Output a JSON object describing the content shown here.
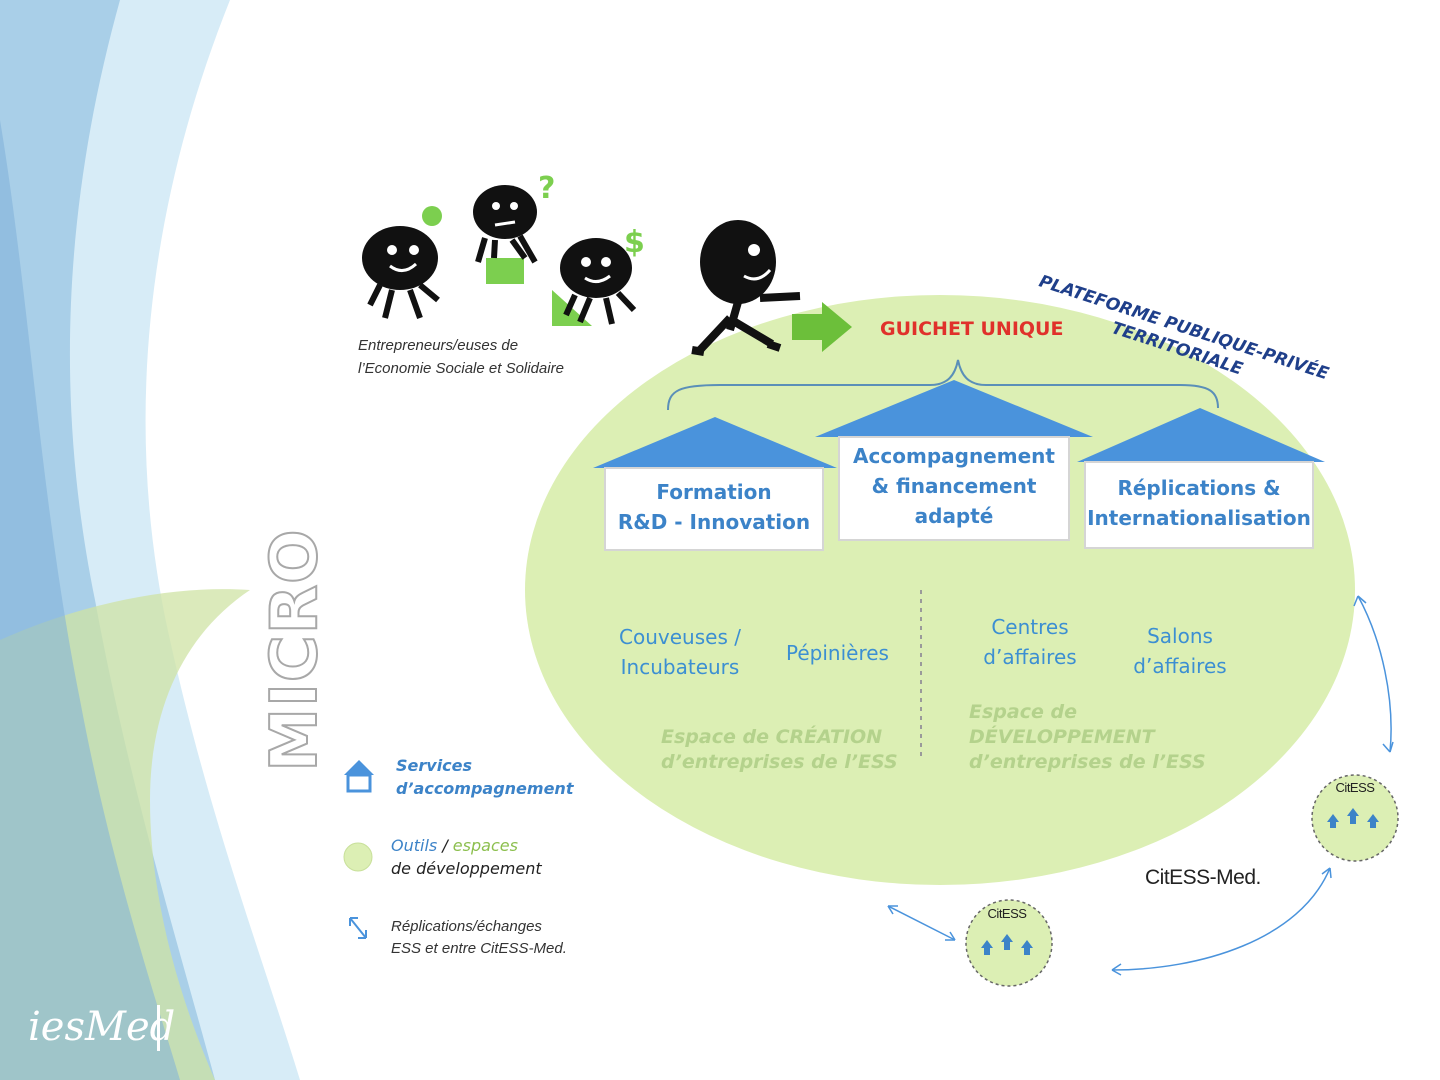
{
  "entrepreneurs_label": {
    "line1": "Entrepreneurs/euses de",
    "line2": "l’Economie Sociale et Solidaire"
  },
  "guichet_unique": "GUICHET UNIQUE",
  "plateforme": {
    "line1": "PLATEFORME PUBLIQUE-PRIVÉE",
    "line2": "TERRITORIALE"
  },
  "houses": [
    {
      "line1": "Formation",
      "line2": "R&D - Innovation"
    },
    {
      "line1": "Accompagnement",
      "line2": "& financement",
      "line3": "adapté"
    },
    {
      "line1": "Réplications &",
      "line2": "Internationalisation"
    }
  ],
  "tools": {
    "couveuses": {
      "line1": "Couveuses /",
      "line2": "Incubateurs"
    },
    "pepinieres": "Pépinières",
    "centres": {
      "line1": "Centres",
      "line2": "d’affaires"
    },
    "salons": {
      "line1": "Salons",
      "line2": "d’affaires"
    }
  },
  "spaces": {
    "creation": {
      "line1": "Espace de CRÉATION",
      "line2": "d’entreprises de l’ESS"
    },
    "developpement": {
      "line1": "Espace de",
      "line2": "DÉVELOPPEMENT",
      "line3": "d’entreprises de l’ESS"
    }
  },
  "micro": "MICRO",
  "legend": {
    "services": {
      "line1": "Services",
      "line2": "d’accompagnement"
    },
    "outils": {
      "part1": "Outils",
      "sep": " / ",
      "part2": "espaces",
      "line2": "de développement"
    },
    "replications": {
      "line1": "Réplications/échanges",
      "line2": "ESS et entre CitESS-Med."
    }
  },
  "citess_label": "CitESS",
  "citess_med": "CitESS-Med.",
  "logo": "iesMed",
  "colors": {
    "house_blue": "#4a93dc",
    "ellipse_green": "#dcefb4",
    "text_blue": "#3c83c8",
    "guichet_red": "#e0312b",
    "figure_green": "#7ccf4f"
  }
}
